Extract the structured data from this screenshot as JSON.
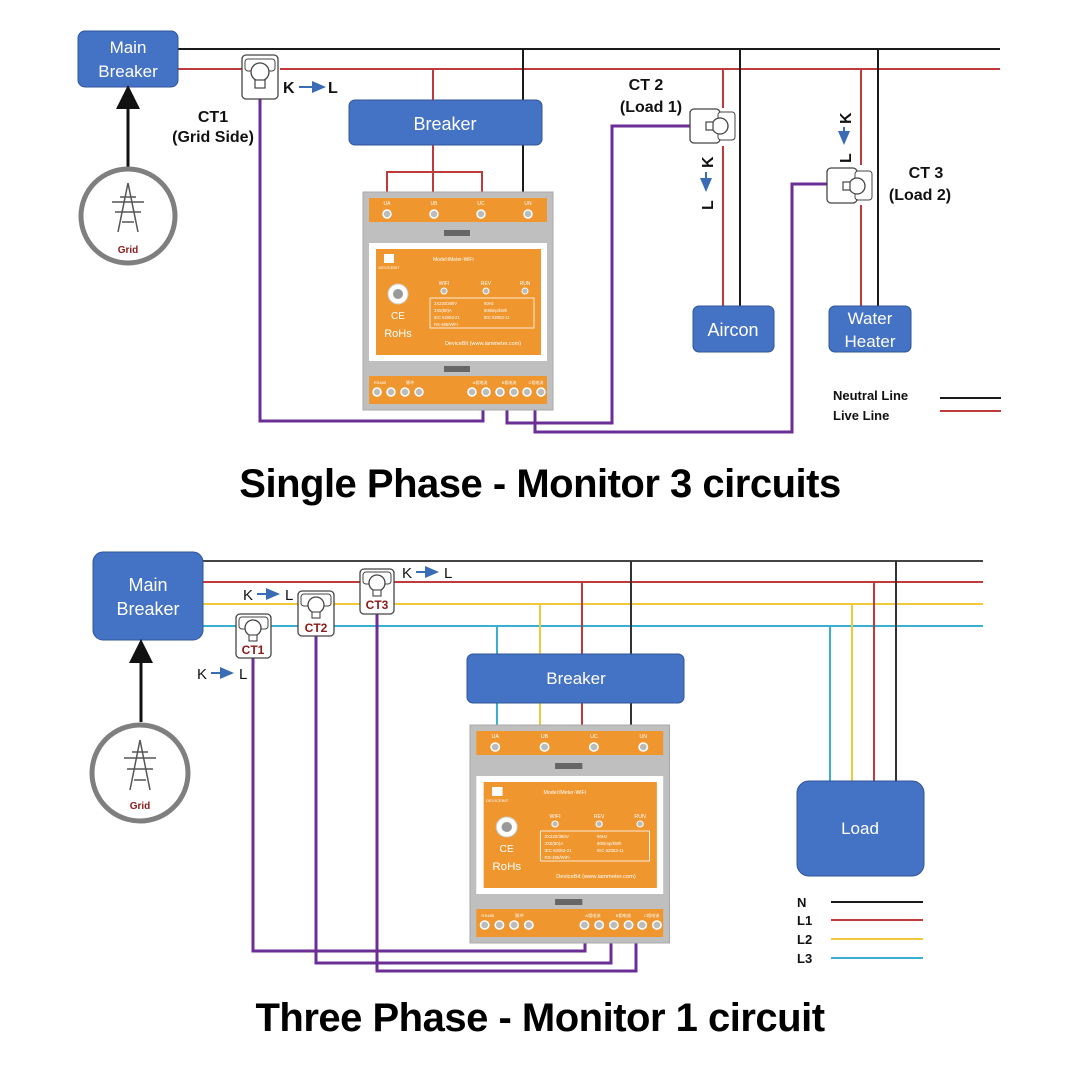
{
  "colors": {
    "neutral": "#1a1a1a",
    "live": "#c0393b",
    "l1": "#c0393b",
    "l2": "#f0c93a",
    "l3": "#39b0d0",
    "ct_wire": "#6a2e96",
    "box_blue": "#4472c4",
    "meter_orange": "#f0962e",
    "meter_gray": "#bfbfbf",
    "arrow_blue": "#3a6bb5",
    "grid_label": "#8b1a1a"
  },
  "single_phase": {
    "title": "Single Phase - Monitor 3 circuits",
    "main_breaker": [
      "Main",
      "Breaker"
    ],
    "breaker": "Breaker",
    "grid_label": "Grid",
    "ct1": {
      "name": "CT1",
      "desc": "(Grid Side)",
      "direction": "K → L"
    },
    "ct2": {
      "name": "CT 2",
      "desc": "(Load 1)",
      "k": "K",
      "l": "L"
    },
    "ct3": {
      "name": "CT 3",
      "desc": "(Load 2)",
      "k": "K",
      "l": "L"
    },
    "loads": [
      "Aircon",
      [
        "Water",
        "Heater"
      ]
    ],
    "legend": [
      {
        "label": "Neutral Line",
        "color": "#1a1a1a"
      },
      {
        "label": "Live Line",
        "color": "#c0393b"
      }
    ]
  },
  "three_phase": {
    "title": "Three Phase - Monitor 1 circuit",
    "main_breaker": [
      "Main",
      "Breaker"
    ],
    "breaker": "Breaker",
    "grid_label": "Grid",
    "cts": [
      "CT1",
      "CT2",
      "CT3"
    ],
    "k": "K",
    "l": "L",
    "load": "Load",
    "legend": [
      {
        "label": "N",
        "color": "#1a1a1a"
      },
      {
        "label": "L1",
        "color": "#c0393b"
      },
      {
        "label": "L2",
        "color": "#f0c93a"
      },
      {
        "label": "L3",
        "color": "#39b0d0"
      }
    ]
  },
  "meter": {
    "brand": "DEVICEBIT",
    "model": "Model:iMeter-WiFi",
    "top_terminals": [
      "UA",
      "UB",
      "UC",
      "UN"
    ],
    "leds": [
      "WIFI",
      "REV",
      "RUN"
    ],
    "specs": [
      "3X220/380V",
      "50Hz",
      "3X5(80)A",
      "800imp/kWh",
      "IEC 62053-21",
      "IEC 62053-11",
      "RS-485/WiFi"
    ],
    "ce": "CE",
    "rohs": "RoHs",
    "footer": "DeviceBit (www.iammeter.com)",
    "bottom_groups": [
      "RS485",
      "脉冲",
      "A相电流",
      "B相电流",
      "C相电流"
    ]
  }
}
